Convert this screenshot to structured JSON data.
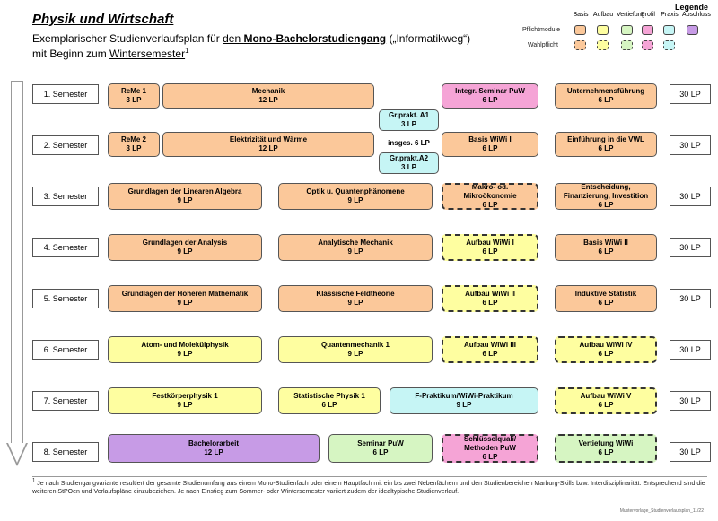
{
  "header": {
    "title": "Physik und Wirtschaft",
    "subtitle_part1": "Exemplarischer Studienverlaufsplan für ",
    "subtitle_u1": "den ",
    "subtitle_b1": "Mono-Bachelorstudiengang",
    "subtitle_part2": " („Informatikweg“)",
    "subtitle_line2a": "mit Beginn zum ",
    "subtitle_line2u": "Wintersemester",
    "subtitle_sup": "1"
  },
  "legend": {
    "title": "Legende",
    "columns": [
      "Basis",
      "Aufbau",
      "Vertiefung",
      "Profil",
      "Praxis",
      "Abschluss"
    ],
    "row_pflicht": "Pflichtmodule",
    "row_wahl": "Wahlpflicht",
    "colors": {
      "basis": "#fbc89a",
      "aufbau": "#fefea0",
      "vertiefung": "#d6f5c2",
      "profil": "#f5a4d6",
      "praxis": "#c6f5f5",
      "abschluss": "#c79be6"
    }
  },
  "semesters": [
    {
      "label": "1. Semester",
      "lp": "30 LP"
    },
    {
      "label": "2. Semester",
      "lp": "30 LP"
    },
    {
      "label": "3. Semester",
      "lp": "30 LP"
    },
    {
      "label": "4. Semester",
      "lp": "30 LP"
    },
    {
      "label": "5. Semester",
      "lp": "30 LP"
    },
    {
      "label": "6. Semester",
      "lp": "30 LP"
    },
    {
      "label": "7. Semester",
      "lp": "30 LP"
    },
    {
      "label": "8. Semester",
      "lp": "30 LP"
    }
  ],
  "modules": [
    {
      "name": "ReMe 1",
      "lp": "3 LP",
      "cat": "basis",
      "wahl": false
    },
    {
      "name": "Mechanik",
      "lp": "12 LP",
      "cat": "basis",
      "wahl": false
    },
    {
      "name": "Integr. Seminar PuW",
      "lp": "6 LP",
      "cat": "profil",
      "wahl": false
    },
    {
      "name": "Unternehmensführung",
      "lp": "6 LP",
      "cat": "basis",
      "wahl": false
    },
    {
      "name": "Gr.prakt. A1",
      "lp": "3 LP",
      "cat": "praxis",
      "wahl": false
    },
    {
      "name": "ReMe 2",
      "lp": "3 LP",
      "cat": "basis",
      "wahl": false
    },
    {
      "name": "Elektrizität und Wärme",
      "lp": "12 LP",
      "cat": "basis",
      "wahl": false
    },
    {
      "name": "Basis WiWi I",
      "lp": "6 LP",
      "cat": "basis",
      "wahl": false
    },
    {
      "name": "Einführung in die VWL",
      "lp": "6 LP",
      "cat": "basis",
      "wahl": false
    },
    {
      "name": "Gr.prakt.A2",
      "lp": "3 LP",
      "cat": "praxis",
      "wahl": false
    },
    {
      "name": "Grundlagen der Linearen Algebra",
      "lp": "9 LP",
      "cat": "basis",
      "wahl": false
    },
    {
      "name": "Optik u. Quantenphänomene",
      "lp": "9 LP",
      "cat": "basis",
      "wahl": false
    },
    {
      "name": "Makro- od.\nMikroökonomie",
      "lp": "6 LP",
      "cat": "basis",
      "wahl": true
    },
    {
      "name": "Entscheidung,\nFinanzierung, Investition",
      "lp": "6 LP",
      "cat": "basis",
      "wahl": false
    },
    {
      "name": "Grundlagen der Analysis",
      "lp": "9 LP",
      "cat": "basis",
      "wahl": false
    },
    {
      "name": "Analytische Mechanik",
      "lp": "9 LP",
      "cat": "basis",
      "wahl": false
    },
    {
      "name": "Aufbau WiWi I",
      "lp": "6 LP",
      "cat": "aufbau",
      "wahl": true
    },
    {
      "name": "Basis WiWi II",
      "lp": "6 LP",
      "cat": "basis",
      "wahl": false
    },
    {
      "name": "Grundlagen der Höheren Mathematik",
      "lp": "9 LP",
      "cat": "basis",
      "wahl": false
    },
    {
      "name": "Klassische Feldtheorie",
      "lp": "9 LP",
      "cat": "basis",
      "wahl": false
    },
    {
      "name": "Aufbau WiWi II",
      "lp": "6 LP",
      "cat": "aufbau",
      "wahl": true
    },
    {
      "name": "Induktive Statistik",
      "lp": "6 LP",
      "cat": "basis",
      "wahl": false
    },
    {
      "name": "Atom- und Molekülphysik",
      "lp": "9 LP",
      "cat": "aufbau",
      "wahl": false
    },
    {
      "name": "Quantenmechanik 1",
      "lp": "9 LP",
      "cat": "aufbau",
      "wahl": false
    },
    {
      "name": "Aufbau WiWi III",
      "lp": "6 LP",
      "cat": "aufbau",
      "wahl": true
    },
    {
      "name": "Aufbau WiWi IV",
      "lp": "6 LP",
      "cat": "aufbau",
      "wahl": true
    },
    {
      "name": "Festkörperphysik 1",
      "lp": "9 LP",
      "cat": "aufbau",
      "wahl": false
    },
    {
      "name": "Statistische Physik 1",
      "lp": "6 LP",
      "cat": "aufbau",
      "wahl": false
    },
    {
      "name": "F-Praktikum/WiWi-Praktikum",
      "lp": "9 LP",
      "cat": "praxis",
      "wahl": false
    },
    {
      "name": "Aufbau WiWi V",
      "lp": "6 LP",
      "cat": "aufbau",
      "wahl": true
    },
    {
      "name": "Bachelorarbeit",
      "lp": "12 LP",
      "cat": "abschluss",
      "wahl": false
    },
    {
      "name": "Seminar PuW",
      "lp": "6 LP",
      "cat": "vertiefung",
      "wahl": false
    },
    {
      "name": "Schlüsselquali/\nMethoden PuW",
      "lp": "6 LP",
      "cat": "profil",
      "wahl": true
    },
    {
      "name": "Vertiefung WiWi",
      "lp": "6 LP",
      "cat": "vertiefung",
      "wahl": true
    }
  ],
  "insges": "insges. 6 LP",
  "footnote_sup": "1",
  "footnote": " Je nach Studiengangvariante resultiert der gesamte Studienumfang aus einem Mono-Studienfach oder einem Hauptfach mit ein bis zwei Nebenfächern und den Studienbereichen Marburg-Skills bzw. Interdisziplinarität. Entsprechend sind die weiteren StPOen und Verlaufspläne einzubeziehen. Je nach Einstieg zum Sommer- oder Wintersemester variiert zudem der idealtypische Studienverlauf.",
  "template_note": "Mustervorlage_Studienverlaufsplan_11/22"
}
